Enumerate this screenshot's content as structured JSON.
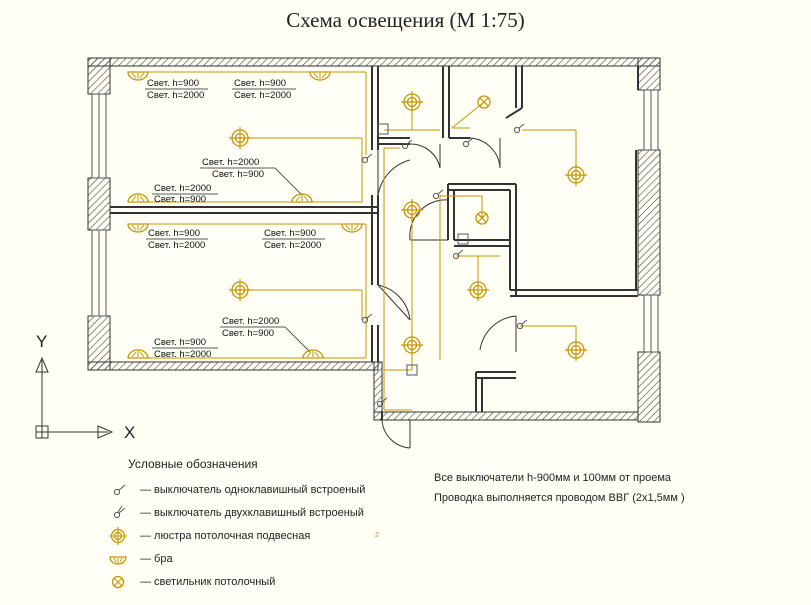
{
  "title": "Схема освещения (М 1:75)",
  "axes": {
    "y": "Y",
    "x": "X"
  },
  "labels": {
    "r1_a1": "Свет. h=900",
    "r1_a2": "Свет. h=2000",
    "r1_b1": "Свет. h=900",
    "r1_b2": "Свет. h=2000",
    "r1_c1": "Свет. h=2000",
    "r1_c2": "Свет. h=900",
    "r1_d1": "Свет. h=2000",
    "r1_d2": "Свет. h=900",
    "r2_a1": "Свет. h=900",
    "r2_a2": "Свет. h=2000",
    "r2_b1": "Свет. h=900",
    "r2_b2": "Свет. h=2000",
    "r2_c1": "Свет. h=2000",
    "r2_c2": "Свет. h=900",
    "r2_d1": "Свет. h=900",
    "r2_d2": "Свет. h=2000"
  },
  "legend": {
    "title": "Условные обозначения",
    "items": [
      {
        "icon": "single-switch-icon",
        "text": "— выключатель одноклавишный встроеный"
      },
      {
        "icon": "double-switch-icon",
        "text": "— выключатель двухклавишный встроеный"
      },
      {
        "icon": "chandelier-icon",
        "text": "— люстра потолочная подвесная"
      },
      {
        "icon": "sconce-icon",
        "text": "— бра"
      },
      {
        "icon": "ceiling-lamp-icon",
        "text": "— светильник потолочный"
      }
    ],
    "mark": "2"
  },
  "notes": {
    "line1": "Все выключатели h-900мм и 100мм от проема",
    "line2": "Проводка выполняется проводом ВВГ (2х1,5мм  )"
  },
  "colors": {
    "fixture": "#c69500",
    "wall": "#333333",
    "paper": "#fffff6"
  }
}
